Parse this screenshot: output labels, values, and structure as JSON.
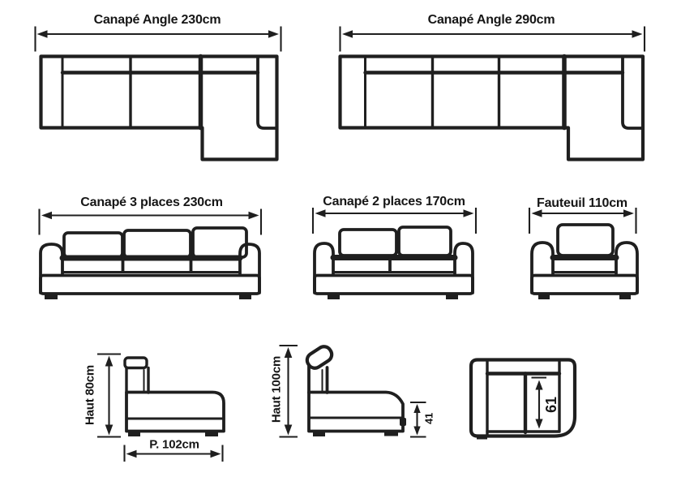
{
  "canvas": {
    "background": "#ffffff",
    "ink": "#1f1f1f"
  },
  "diagrams": {
    "angle_230": {
      "title": "Canapé Angle 230cm"
    },
    "angle_290": {
      "title": "Canapé Angle 290cm"
    },
    "sofa_3_seats": {
      "title": "Canapé 3 places 230cm"
    },
    "sofa_2_seats": {
      "title": "Canapé 2 places 170cm"
    },
    "armchair": {
      "title": "Fauteuil 110cm"
    },
    "side_view_sofa": {
      "height": "Haut 80cm",
      "depth": "P. 102cm"
    },
    "side_view_chaise": {
      "height": "Haut 100cm",
      "seat_height": "41"
    },
    "top_view_module": {
      "inner_depth": "61"
    }
  }
}
